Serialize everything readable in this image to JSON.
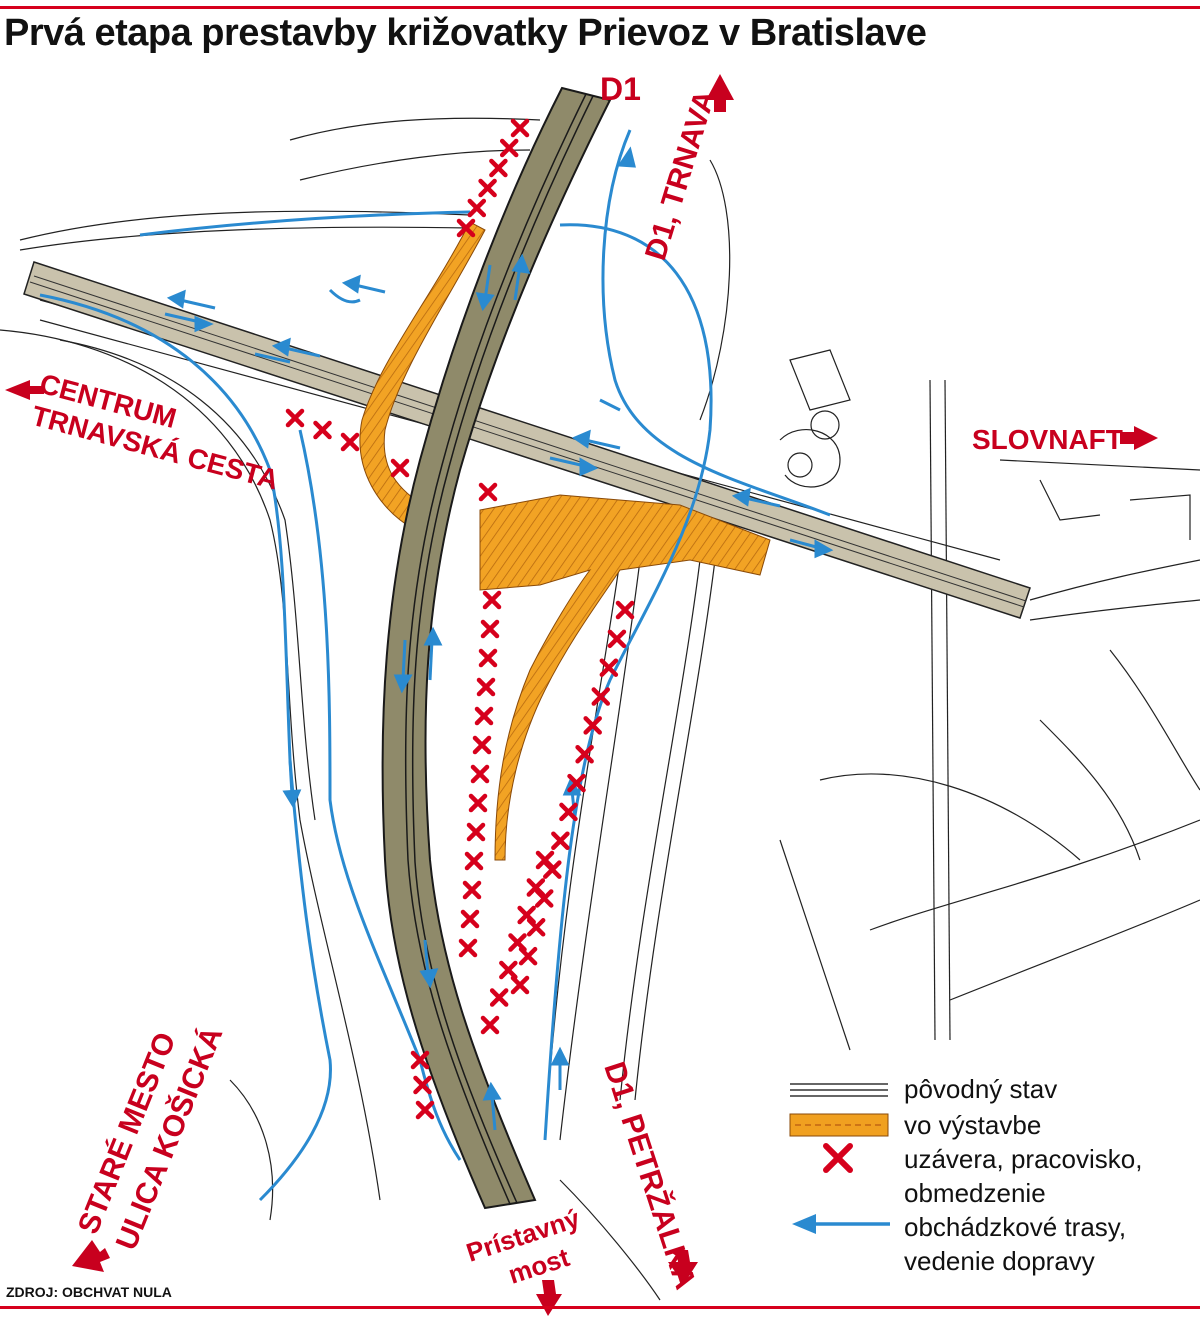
{
  "title": "Prvá etapa prestavby križovatky Prievoz v Bratislave",
  "labels": {
    "d1": "D1",
    "d1_trnava": "D1, TRNAVA",
    "centrum": "CENTRUM",
    "trnavska_cesta": "TRNAVSKÁ CESTA",
    "slovnaft": "SLOVNAFT",
    "stare_mesto": "STARÉ MESTO",
    "ulica_kosicka": "ULICA KOŠICKÁ",
    "pristavny": "Prístavný",
    "most": "most",
    "d1_petrzalka": "D1, PETRŽALKA"
  },
  "legend": [
    {
      "symbol": "original-road-lines",
      "label": "pôvodný stav"
    },
    {
      "symbol": "construction-band",
      "label": "vo výstavbe"
    },
    {
      "symbol": "red-x",
      "label": "uzávera, pracovisko,"
    },
    {
      "symbol": "",
      "label": "obmedzenie"
    },
    {
      "symbol": "blue-arrow",
      "label": "obchádzkové trasy,"
    },
    {
      "symbol": "",
      "label": "vedenie dopravy"
    }
  ],
  "source": "ZDROJ: OBCHVAT NULA",
  "colors": {
    "accent_red": "#d6001c",
    "road_fill": "#8f8a6a",
    "bridge_fill": "#c9c2ac",
    "construction": "#f0a020",
    "detour_blue": "#2a8ad0",
    "line": "#222222"
  }
}
